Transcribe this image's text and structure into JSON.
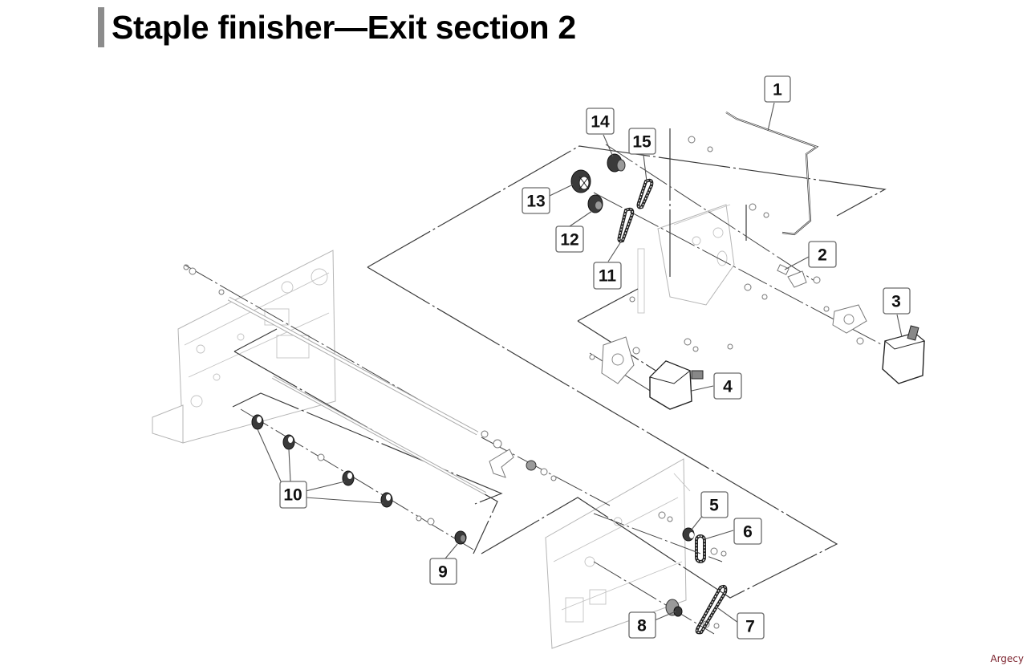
{
  "page": {
    "title": "Staple finisher—Exit section 2",
    "title_bar_color": "#8c8c8c",
    "watermark": "Argecy",
    "watermark_color": "#7a1f2a"
  },
  "diagram": {
    "type": "exploded-parts-view",
    "callouts": [
      {
        "id": "1",
        "label": "1"
      },
      {
        "id": "2",
        "label": "2"
      },
      {
        "id": "3",
        "label": "3"
      },
      {
        "id": "4",
        "label": "4"
      },
      {
        "id": "5",
        "label": "5"
      },
      {
        "id": "6",
        "label": "6"
      },
      {
        "id": "7",
        "label": "7"
      },
      {
        "id": "8",
        "label": "8"
      },
      {
        "id": "9",
        "label": "9"
      },
      {
        "id": "10",
        "label": "10"
      },
      {
        "id": "11",
        "label": "11"
      },
      {
        "id": "12",
        "label": "12"
      },
      {
        "id": "13",
        "label": "13"
      },
      {
        "id": "14",
        "label": "14"
      },
      {
        "id": "15",
        "label": "15"
      }
    ]
  }
}
